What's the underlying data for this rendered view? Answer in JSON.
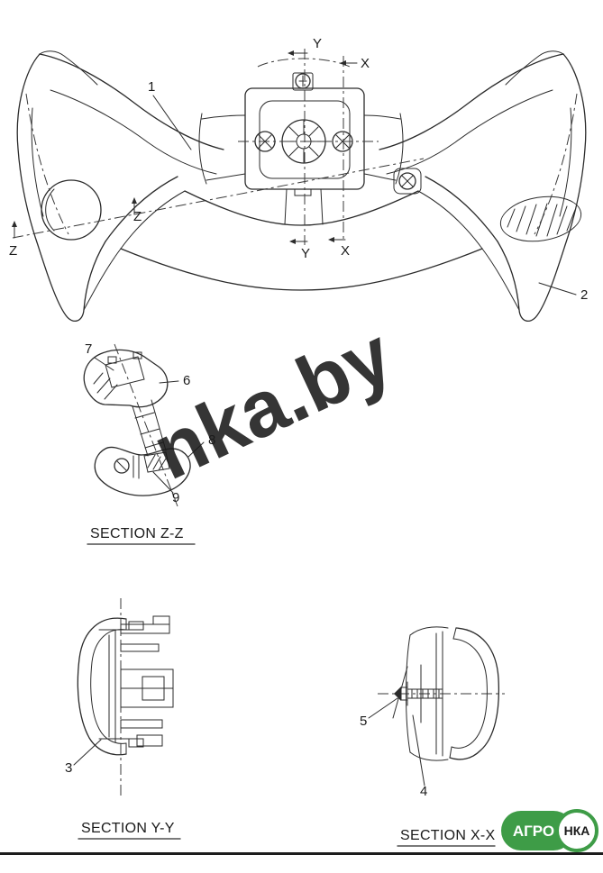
{
  "figure": {
    "wheel": {
      "callout_1": "1",
      "callout_2": "2",
      "marker_y_top": "Y",
      "marker_x_top": "X",
      "marker_y_bottom": "Y",
      "marker_x_bottom": "X",
      "marker_z_inner": "Z",
      "marker_z_outer": "Z"
    },
    "section_zz": {
      "title": "SECTION Z-Z",
      "callout_7": "7",
      "callout_6": "6",
      "callout_8": "8",
      "callout_9": "9"
    },
    "section_yy": {
      "title": "SECTION Y-Y",
      "callout_3": "3"
    },
    "section_xx": {
      "title": "SECTION X-X",
      "callout_5": "5",
      "callout_4": "4"
    }
  },
  "watermark": {
    "text": "nka.by"
  },
  "logo": {
    "left_text": "АГРО",
    "right_text": "НКА"
  },
  "colors": {
    "line": "#2b2b2b",
    "watermark_gray": "#b9bdc4",
    "logo_green": "#3e9c47"
  }
}
